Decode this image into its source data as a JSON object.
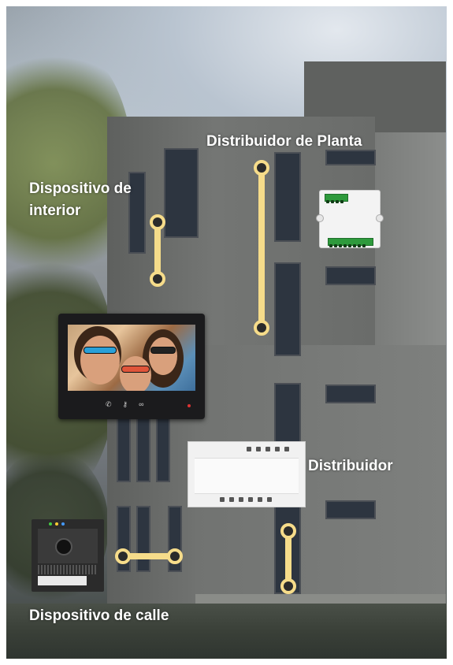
{
  "labels": {
    "floor_distributor": "Distribuidor de Planta",
    "indoor_device_line1": "Dispositivo de",
    "indoor_device_line2": "interior",
    "distributor": "Distribuidor",
    "street_device": "Dispositivo de calle"
  },
  "colors": {
    "label_text": "#ffffff",
    "connector": "#f6dc8a",
    "terminal_green": "#2e9a3c"
  },
  "icons": [
    "handset-icon",
    "key-icon",
    "link-icon"
  ]
}
